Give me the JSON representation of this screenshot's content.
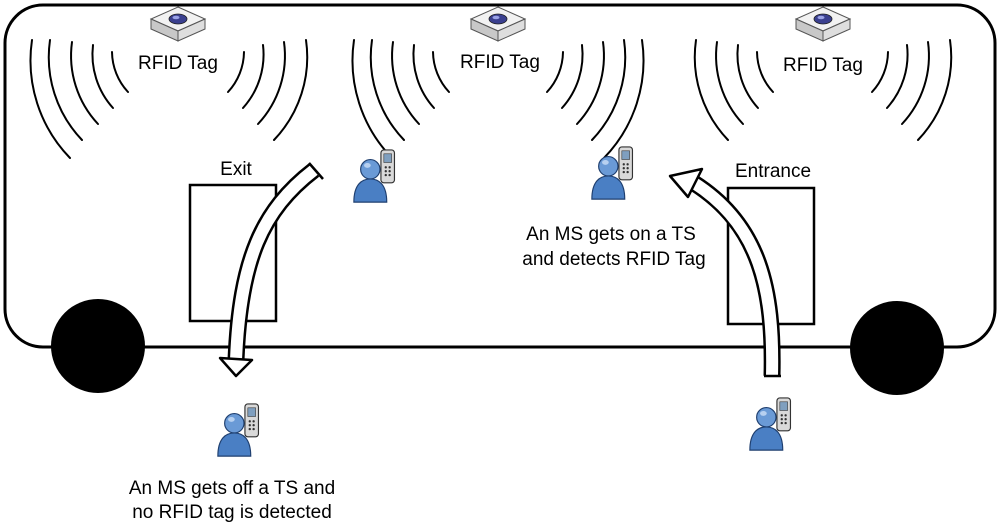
{
  "labels": {
    "tag_1": "RFID Tag",
    "tag_2": "RFID Tag",
    "tag_3": "RFID Tag",
    "exit": "Exit",
    "entrance": "Entrance",
    "board_line_1": "An MS gets on a TS",
    "board_line_2": "and detects RFID Tag",
    "alight_line_1": "An MS gets off a TS and",
    "alight_line_2": "no RFID tag is detected"
  },
  "icons": {
    "tag": "rfid-tag-icon",
    "user": "mobile-user-icon",
    "wheel": "wheel-icon",
    "arrow": "movement-arrow-icon",
    "waves": "signal-waves-icon"
  },
  "colors": {
    "line": "#000000",
    "user_body": "#4a7fc4",
    "user_head": "#6a9ad6",
    "phone": "#d9d9d9",
    "tag_top": "#f2f2f2",
    "tag_side": "#c8c8c8",
    "tag_dome": "#3a3f8f"
  }
}
